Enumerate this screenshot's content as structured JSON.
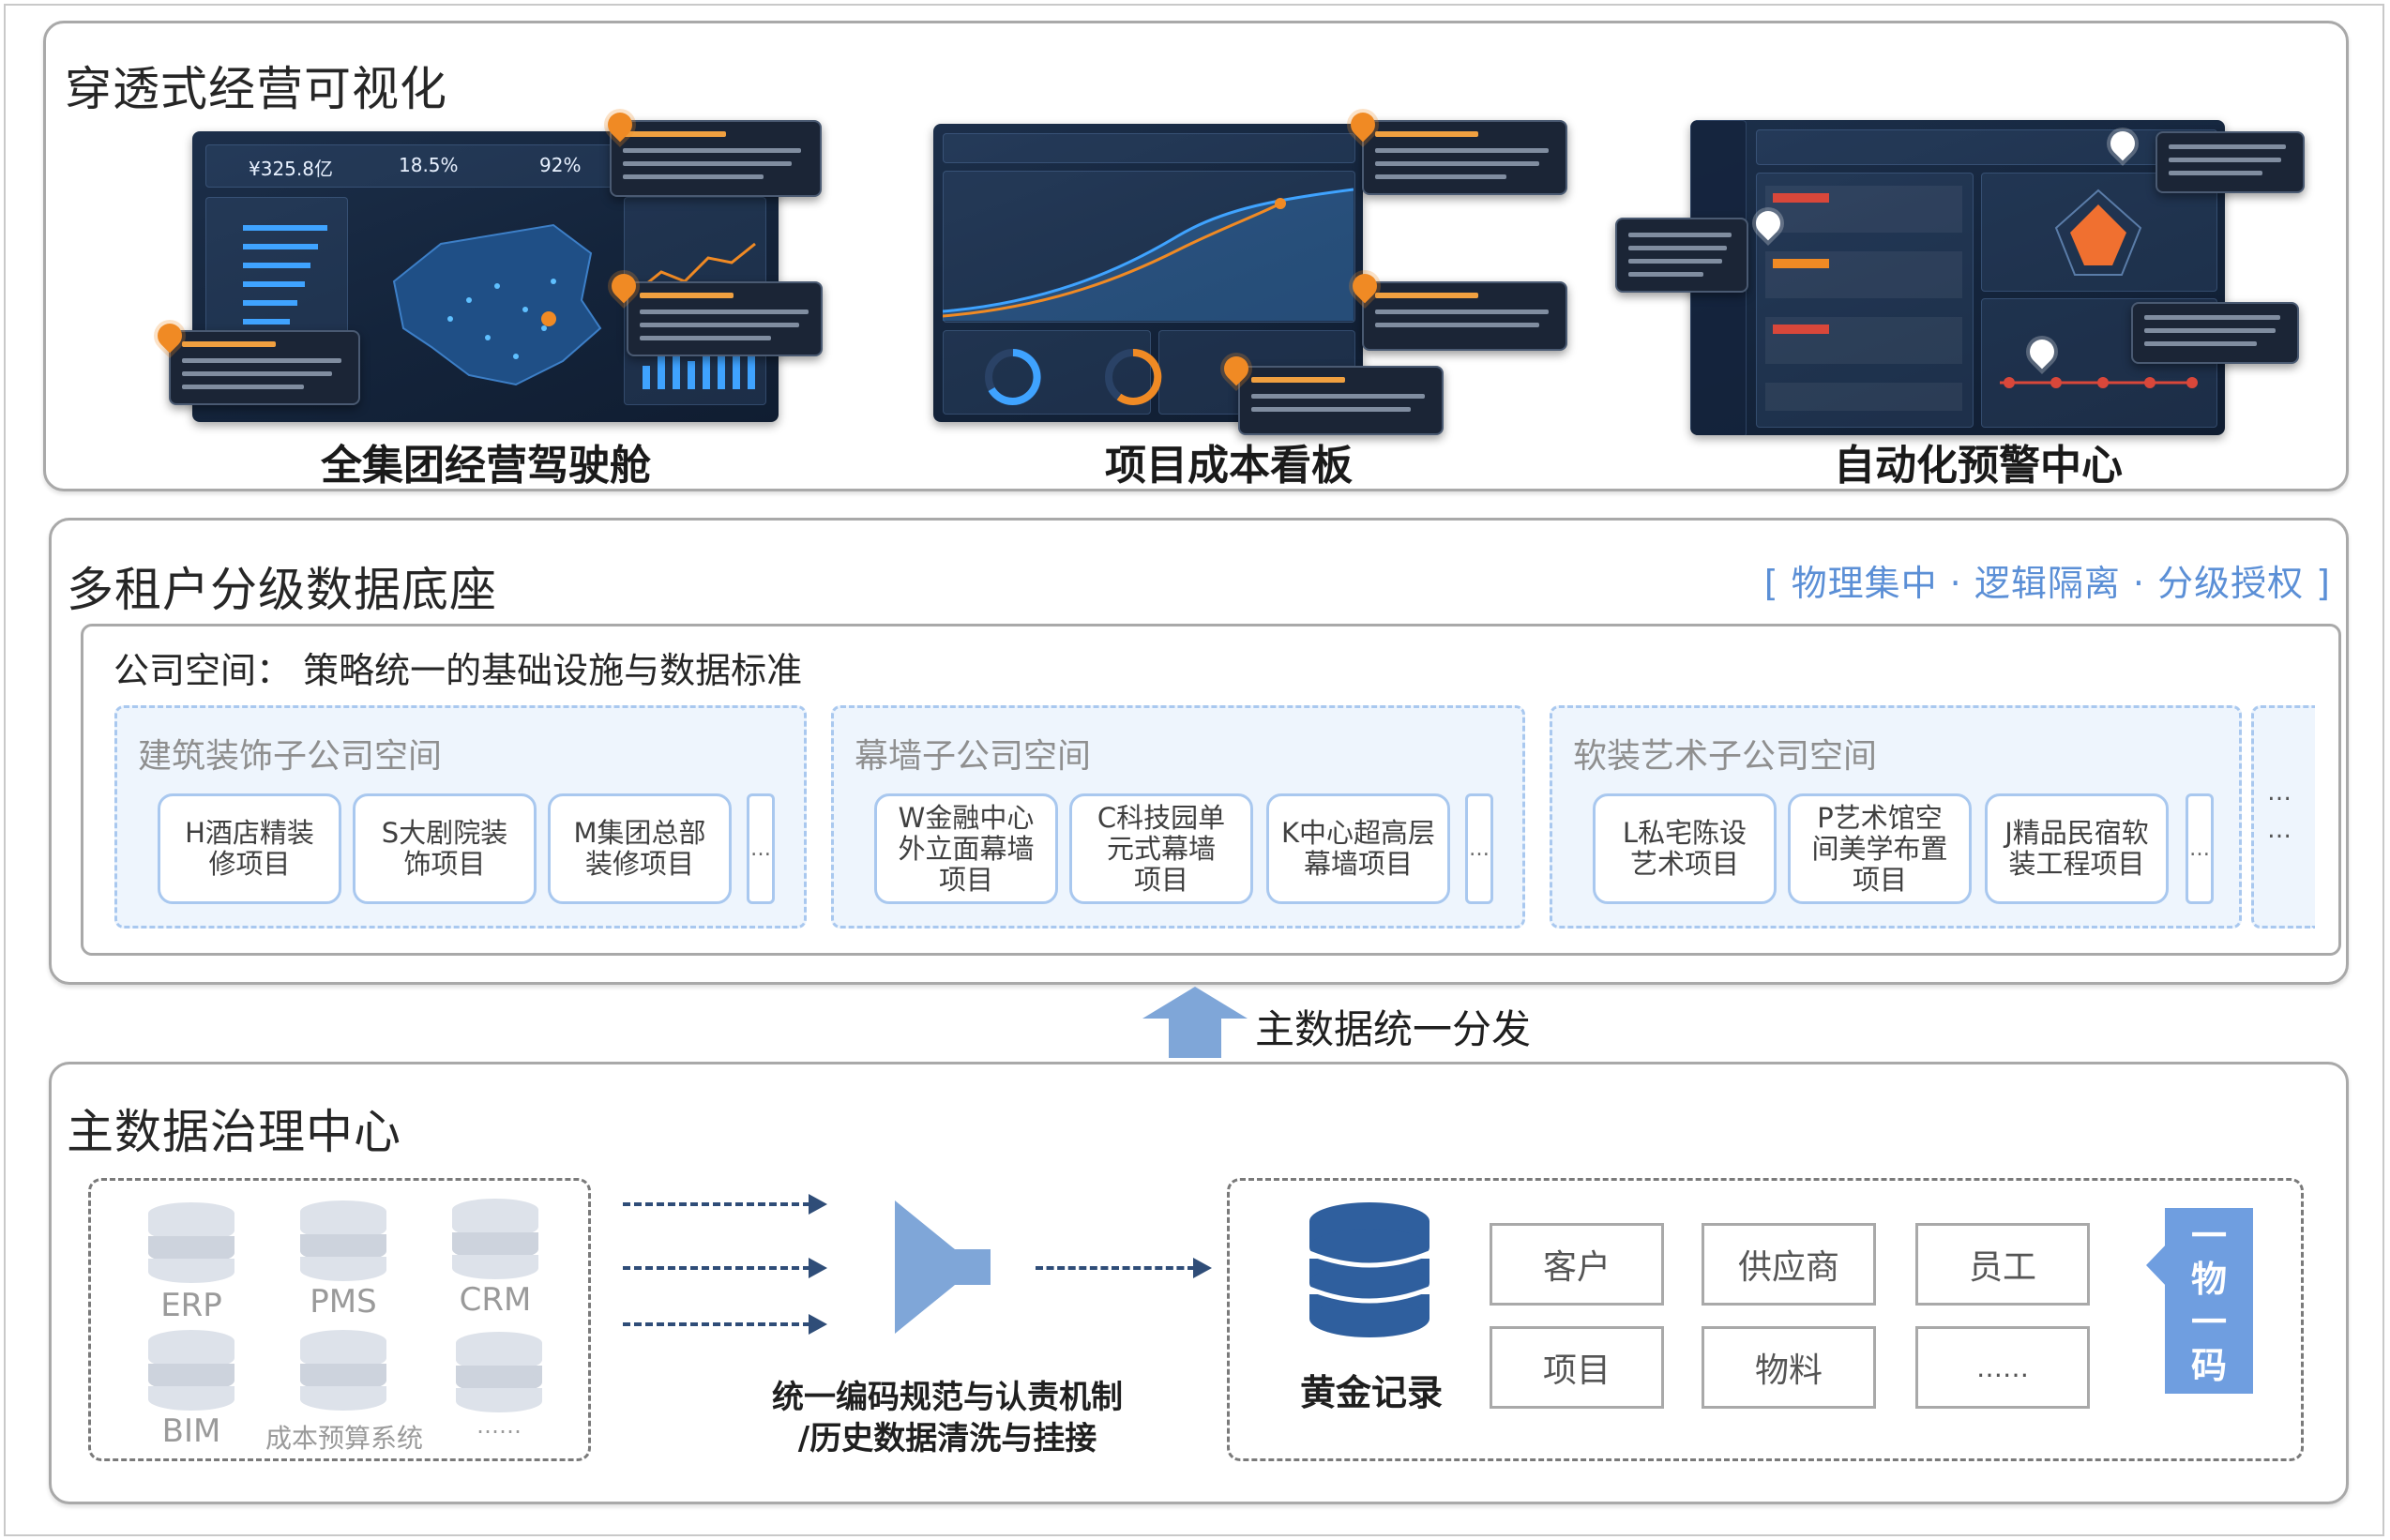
{
  "top": {
    "title": "穿透式经营可视化",
    "dashboards": [
      {
        "caption": "全集团经营驾驶舱",
        "kpis": [
          "¥325.8亿",
          "18.5%",
          "92%"
        ]
      },
      {
        "caption": "项目成本看板"
      },
      {
        "caption": "自动化预警中心"
      }
    ]
  },
  "tenant": {
    "title": "多租户分级数据底座",
    "tag": "[ 物理集中 · 逻辑隔离 · 分级授权 ]",
    "company": {
      "label": "公司空间： 策略统一的基础设施与数据标准",
      "subspaces": [
        {
          "title": "建筑装饰子公司空间",
          "projects": [
            "H酒店精装\n修项目",
            "S大剧院装\n饰项目",
            "M集团总部\n装修项目"
          ],
          "more": "…"
        },
        {
          "title": "幕墙子公司空间",
          "projects": [
            "W金融中心\n外立面幕墙\n项目",
            "C科技园单\n元式幕墙\n项目",
            "K中心超高层\n幕墙项目"
          ],
          "more": "…"
        },
        {
          "title": "软装艺术子公司空间",
          "projects": [
            "L私宅陈设\n艺术项目",
            "P艺术馆空\n间美学布置\n项目",
            "J精品民宿软\n装工程项目"
          ],
          "more": "…"
        }
      ],
      "extra": "…\n…"
    }
  },
  "distribution": {
    "label": "主数据统一分发"
  },
  "master": {
    "title": "主数据治理中心",
    "systems": [
      "ERP",
      "PMS",
      "CRM",
      "BIM",
      "成本预算系统",
      "……"
    ],
    "process": [
      "统一编码规范与认责机制",
      "/历史数据清洗与挂接"
    ],
    "golden_record": "黄金记录",
    "entities": [
      "客户",
      "供应商",
      "员工",
      "项目",
      "物料",
      "……"
    ],
    "one_code": [
      "一",
      "物",
      "一",
      "码"
    ]
  },
  "colors": {
    "accent": "#6f9ee0",
    "tag": "#5b8fd6",
    "arrow": "#2f4d78",
    "db": "#2f5f9e",
    "alert": "#f08a24"
  }
}
